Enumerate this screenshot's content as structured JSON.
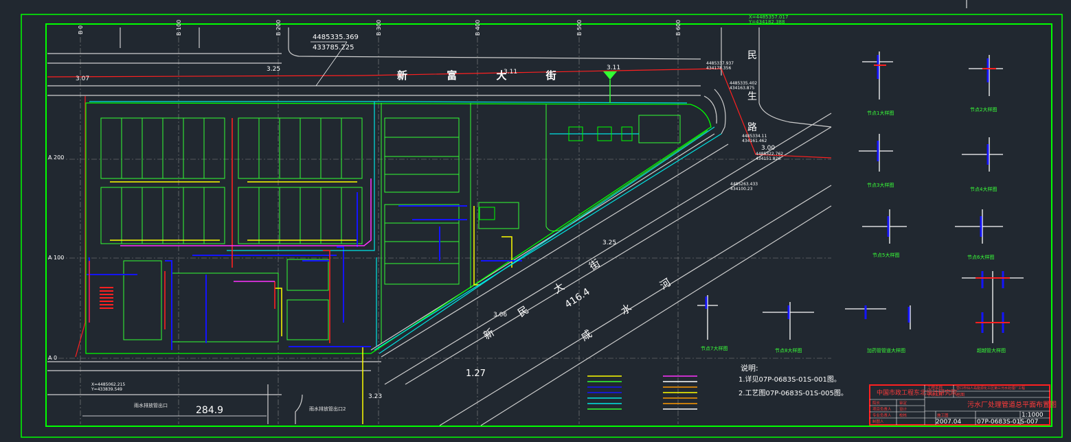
{
  "corner_coord": {
    "x": "X=4485357.017",
    "y": "Y=434182.388"
  },
  "coord_box": {
    "x": "4485335.369",
    "y": "433785.225"
  },
  "roads": {
    "top": "新 富 大 街",
    "right": [
      "民",
      "生",
      "路"
    ],
    "diagonal": [
      "新",
      "民",
      "大",
      "街"
    ],
    "river": [
      "咸",
      "水",
      "河"
    ]
  },
  "grid_labels": {
    "top": [
      "B 0",
      "B 100",
      "B 200",
      "B 300",
      "B 400",
      "B 500",
      "B 600"
    ],
    "left": [
      "A 200",
      "A 100",
      "A 0"
    ]
  },
  "elevations": [
    "3.07",
    "3.25",
    "3.11",
    "3.11",
    "3.00",
    "3.25",
    "3.06",
    "3.23",
    "1.27"
  ],
  "dimensions": {
    "bottom": "284.9",
    "diagonal": "416.4"
  },
  "coord_labels": [
    {
      "x": "4485337.937",
      "y": "434178.356"
    },
    {
      "x": "4485335.402",
      "y": "434163.875"
    },
    {
      "x": "4485334.11",
      "y": "434161.462"
    },
    {
      "x": "4485322.762",
      "y": "434151.826"
    },
    {
      "x": "4485263.433",
      "y": "434100.23"
    }
  ],
  "bottom_left_coord": {
    "x": "X=4485062.215",
    "y": "Y=433839.549"
  },
  "outfalls": [
    "雨水排放管出口",
    "雨水排放管出口2"
  ],
  "node_captions": [
    "节点1大样图",
    "节点2大样图",
    "节点3大样图",
    "节点4大样图",
    "节点5大样图",
    "节点6大样图",
    "节点7大样图",
    "节点8大样图",
    "加药管管道大样图",
    "超越管大样图"
  ],
  "notes": {
    "heading": "说明:",
    "items": [
      "1.详见07P-0683S-01S-001图。",
      "2.工艺图07P-0683S-01S-005图。"
    ]
  },
  "title_block": {
    "institute": "中国市政工程东北设计研究院",
    "project_label": "工程名称",
    "project": "营口市仙人岛能源化工区第三污水处理厂工程",
    "subitem_label": "子项名称",
    "subitem": "总图",
    "drawing_title": "污水厂处理管道总平面布置图",
    "row_labels": [
      "院长",
      "审定",
      "项目负责人",
      "设计",
      "专业负责人",
      "校核",
      "制图人"
    ],
    "stage": "施工图",
    "date": "2007.04",
    "drawing_no": "07P-0683S-01S-007",
    "scale": "1:1000"
  },
  "colors": {
    "background": "#212830",
    "border": "#00ff00",
    "road": "#cfcfcf",
    "water_pipe": "#1414ff",
    "sewer": "#00e5e5",
    "building": "#33ff33",
    "red_line": "#ff2020",
    "yellow_pipe": "#ffff00",
    "magenta_pipe": "#ff33ff",
    "orange_pipe": "#ff9900"
  }
}
